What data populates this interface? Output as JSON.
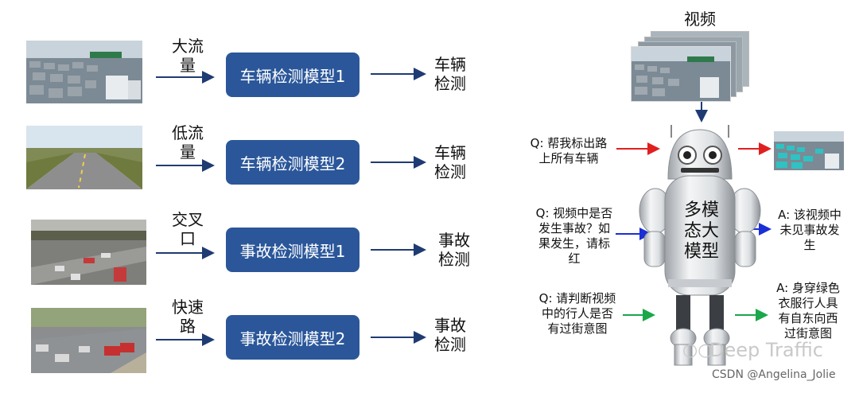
{
  "left_rows": [
    {
      "input": [
        "大流",
        "量"
      ],
      "model": "车辆检测模型1",
      "output": [
        "车辆",
        "检测"
      ],
      "image": "traffic-jam-highway"
    },
    {
      "input": [
        "低流",
        "量"
      ],
      "model": "车辆检测模型2",
      "output": [
        "车辆",
        "检测"
      ],
      "image": "empty-highway"
    },
    {
      "input": [
        "交叉",
        "口"
      ],
      "model": "事故检测模型1",
      "output": [
        "事故",
        "检测"
      ],
      "image": "intersection-accident"
    },
    {
      "input": [
        "快速",
        "路"
      ],
      "model": "事故检测模型2",
      "output": [
        "事故",
        "检测"
      ],
      "image": "expressway-accident"
    }
  ],
  "right": {
    "video_label": "视频",
    "robot_text": [
      "多模",
      "态大",
      "模型"
    ],
    "q1": [
      "Q: 帮我标出路",
      "上所有车辆"
    ],
    "q2": [
      "Q: 视频中是否",
      "发生事故？如",
      "果发生，请标",
      "红"
    ],
    "a2": [
      "A: 该视频中",
      "未见事故发",
      "生"
    ],
    "q3": [
      "Q: 请判断视频",
      "中的行人是否",
      "有过街意图"
    ],
    "a3": [
      "A: 身穿绿色",
      "衣服行人具",
      "有自东向西",
      "过街意图"
    ]
  },
  "watermark": "Deep Traffic",
  "credit": "CSDN @Angelina_Jolie",
  "colors": {
    "model_box": "#2b579a",
    "arrow_dark": "#1f3b73",
    "red": "#e02020",
    "blue": "#1a2fd6",
    "green": "#1aa84a"
  }
}
